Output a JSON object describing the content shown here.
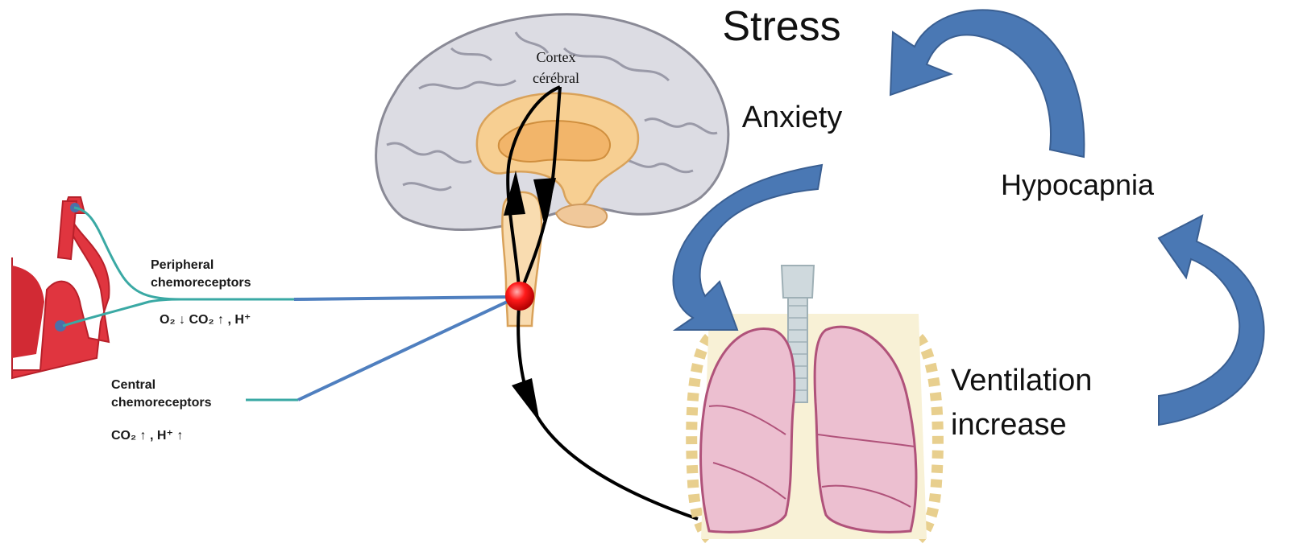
{
  "labels": {
    "stress": "Stress",
    "anxiety": "Anxiety",
    "hypocapnia": "Hypocapnia",
    "ventilation_line1": "Ventilation",
    "ventilation_line2": "increase",
    "cortex_line1": "Cortex",
    "cortex_line2": "cérébral"
  },
  "chemoreceptors": {
    "peripheral_line1": "Peripheral",
    "peripheral_line2": "chemoreceptors",
    "peripheral_values": "O₂ ↓  CO₂ ↑ , H⁺",
    "central_line1": "Central",
    "central_line2": "chemoreceptors",
    "central_values": "CO₂ ↑ , H⁺ ↑"
  },
  "colors": {
    "cycle_arrow": "#4a78b4",
    "cycle_arrow_edge": "#3a5f92",
    "nerve_line": "#4f7fbf",
    "pathway": "#000000",
    "relay_dot": "#e01010",
    "brain_gray": "#d9d9e0",
    "brain_core": "#f5c27a",
    "lung_pink": "#e9b8c8",
    "aorta_red": "#e0353f"
  },
  "icons": {
    "brain": "brain-illustration",
    "lungs": "lungs-illustration",
    "aorta": "aortic-arch-illustration"
  }
}
